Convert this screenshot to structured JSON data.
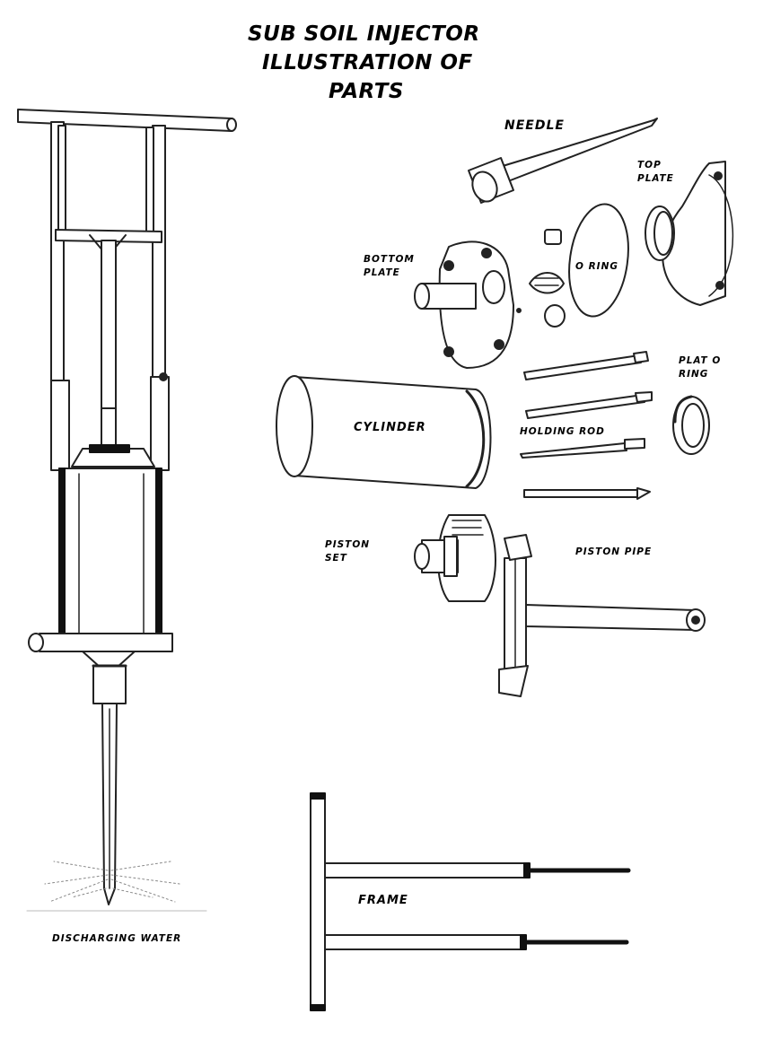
{
  "title": {
    "line1": "SUB SOIL INJECTOR",
    "line2": "ILLUSTRATION OF",
    "line3": "PARTS"
  },
  "labels": {
    "needle": "NEEDLE",
    "top_plate_1": "TOP",
    "top_plate_2": "PLATE",
    "bottom_plate_1": "BOTTOM",
    "bottom_plate_2": "PLATE",
    "o_ring": "O RING",
    "plat_o_ring_1": "PLAT O",
    "plat_o_ring_2": "RING",
    "cylinder": "CYLINDER",
    "holding_rod": "HOLDING ROD",
    "piston_set_1": "PISTON",
    "piston_set_2": "SET",
    "piston_pipe": "PISTON PIPE",
    "frame": "FRAME",
    "discharging_water": "DISCHARGING WATER"
  }
}
